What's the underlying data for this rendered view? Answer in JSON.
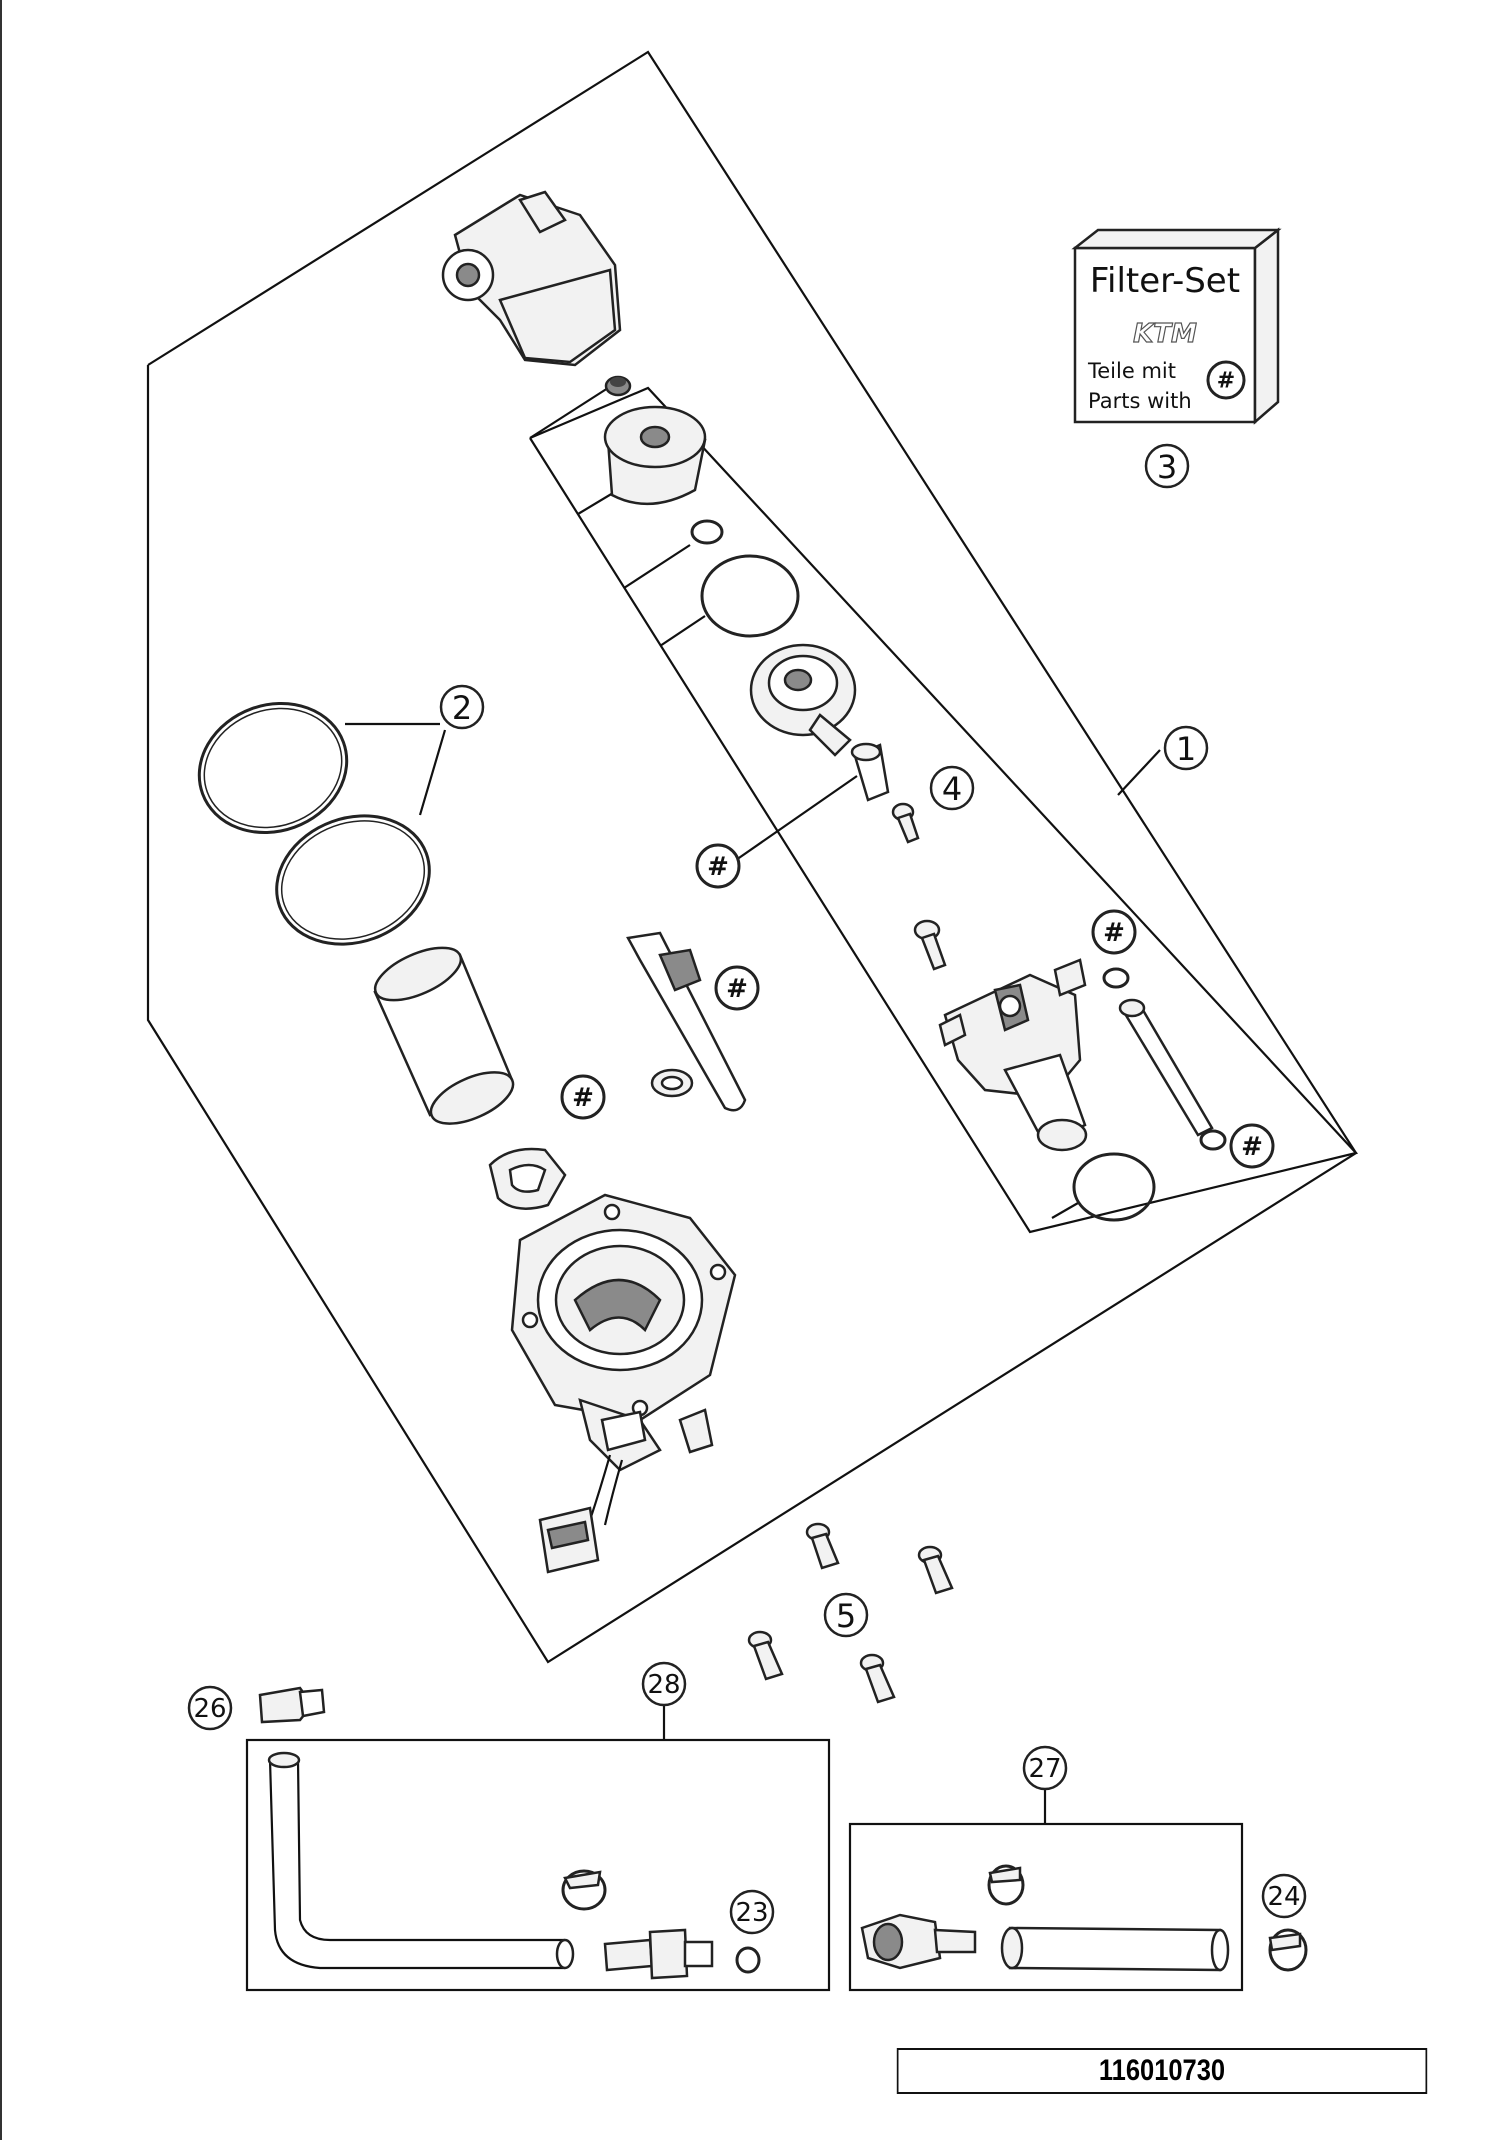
{
  "filter_set": {
    "title": "Filter-Set",
    "brand": "KTM",
    "line1": "Teile mit",
    "line2": "Parts with",
    "hash": "#"
  },
  "labels": {
    "p1": "1",
    "p2": "2",
    "p3": "3",
    "p4": "4",
    "p5": "5",
    "p23": "23",
    "p24": "24",
    "p26": "26",
    "p27": "27",
    "p28": "28"
  },
  "hash_symbol": "#",
  "drawing_number": "116010730"
}
